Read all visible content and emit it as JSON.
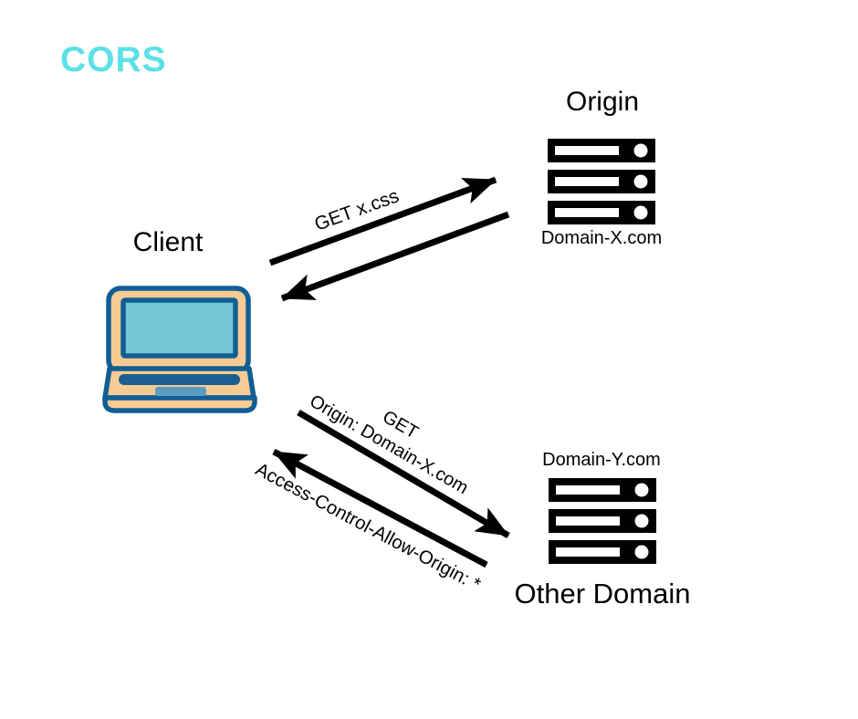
{
  "title": "CORS",
  "colors": {
    "accent": "#5CE1E6",
    "diagram_black": "#000000",
    "laptop_body": "#F9CB94",
    "laptop_outline": "#0F5E96",
    "laptop_screen": "#74C6D4",
    "laptop_keyboard": "#1A5F90",
    "laptop_touchpad": "#5C9CC0"
  },
  "nodes": {
    "client": {
      "label": "Client"
    },
    "origin": {
      "title": "Origin",
      "domain": "Domain-X.com"
    },
    "other": {
      "domain": "Domain-Y.com",
      "title": "Other Domain"
    }
  },
  "arrows": {
    "get_xcss": {
      "label": "GET x.css"
    },
    "get_cross_origin": {
      "line1": "GET",
      "line2": "Origin: Domain-X.com"
    },
    "cors_response": {
      "label": "Access-Control-Allow-Origin: *"
    }
  }
}
